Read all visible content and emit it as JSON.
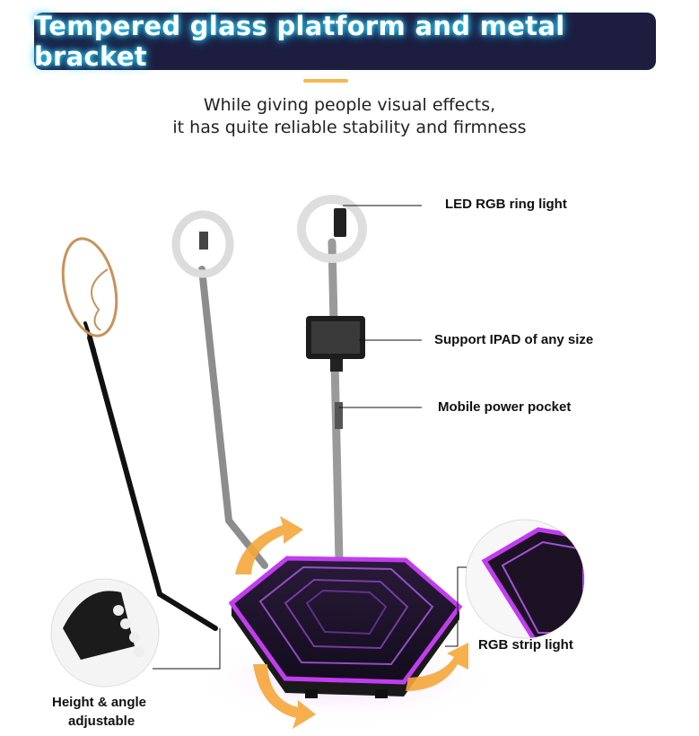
{
  "banner": {
    "title": "Tempered glass platform and metal bracket"
  },
  "subtitle": {
    "line1": "While giving people visual effects,",
    "line2": "it has quite reliable stability and firmness"
  },
  "callouts": {
    "ring_light": "LED RGB ring light",
    "ipad": "Support  IPAD of any size",
    "power_pocket": "Mobile power pocket",
    "strip_light": "RGB strip light",
    "height_line1": "Height & angle",
    "height_line2": "adjustable"
  },
  "colors": {
    "banner_bg": "#1c1d3f",
    "title_glow": "#35e0ff",
    "accent": "#f6b84d",
    "led_purple": "#c23cf0",
    "arrow_orange": "#f5a63a"
  }
}
